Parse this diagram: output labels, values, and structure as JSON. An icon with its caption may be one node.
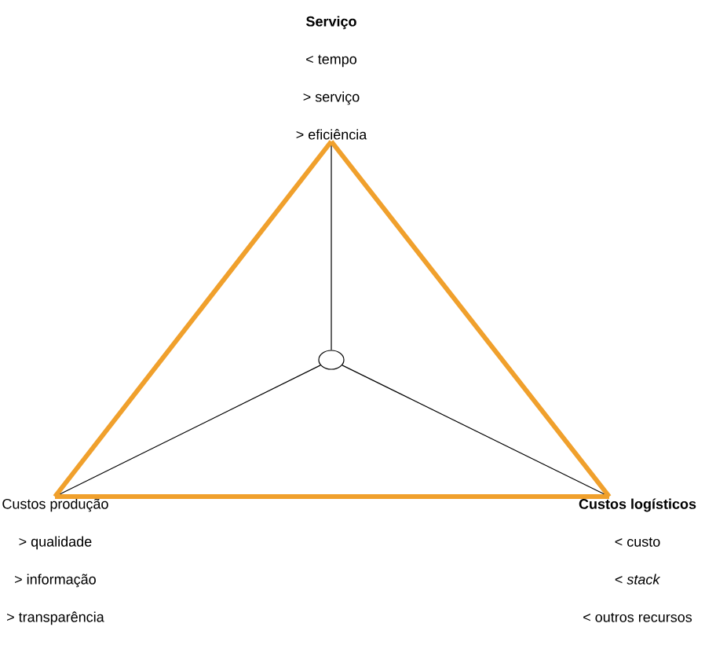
{
  "diagram": {
    "nodes": [
      {
        "text": [
          "Serviço",
          "< tempo",
          "> serviço",
          "> eficiência"
        ]
      },
      {
        "text": [],
        "shape": "circle"
      },
      {
        "text": [
          "Custos produção",
          "> qualidade",
          "> informação",
          "> transparência"
        ]
      },
      {
        "text": [
          "Custos logísticos",
          "< custo",
          "< *stack*",
          "< outros recursos"
        ]
      }
    ],
    "edges": [
      {
        "from": 0,
        "to": 2,
        "arrow": "none",
        "style": "thick",
        "color": "#f0a02c"
      },
      {
        "from": 2,
        "to": 3,
        "arrow": "none",
        "style": "thick",
        "color": "#f0a02c"
      },
      {
        "from": 3,
        "to": 0,
        "arrow": "none",
        "style": "thick",
        "color": "#f0a02c"
      },
      {
        "from": 1,
        "to": 0,
        "arrow": "none",
        "color": "#000000"
      },
      {
        "from": 1,
        "to": 2,
        "arrow": "none",
        "color": "#000000"
      },
      {
        "from": 1,
        "to": 3,
        "arrow": "none",
        "color": "#000000"
      }
    ]
  }
}
